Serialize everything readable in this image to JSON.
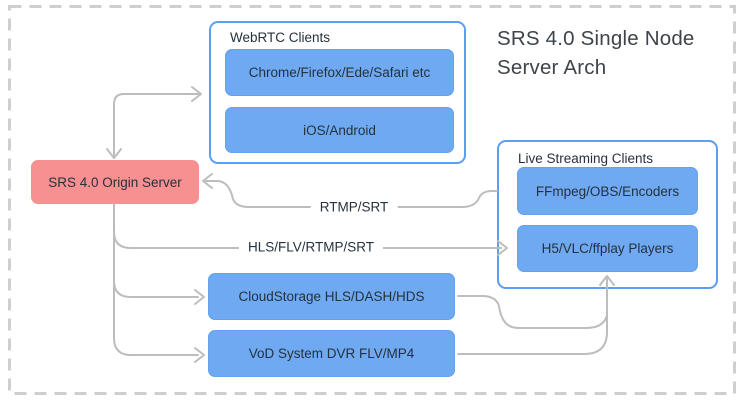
{
  "title": "SRS 4.0 Single Node Server Arch",
  "groups": {
    "webrtc": {
      "label": "WebRTC Clients",
      "items": [
        "Chrome/Firefox/Ede/Safari etc",
        "iOS/Android"
      ]
    },
    "live": {
      "label": "Live Streaming Clients",
      "items": [
        "FFmpeg/OBS/Encoders",
        "H5/VLC/ffplay Players"
      ]
    }
  },
  "nodes": {
    "origin": {
      "label": "SRS 4.0 Origin Server"
    },
    "cloud_storage": {
      "label": "CloudStorage HLS/DASH/HDS"
    },
    "vod": {
      "label": "VoD System DVR FLV/MP4"
    }
  },
  "edge_labels": {
    "rtmp": "RTMP/SRT",
    "hls": "HLS/FLV/RTMP/SRT"
  },
  "colors": {
    "blue_fill": "#6FA9F1",
    "blue_border": "#5B9FF2",
    "blue_edge": "#62A2EF",
    "pink_fill": "#F79090",
    "line": "#BDBDBD",
    "dash": "#CFCFCF",
    "text": "#25313D",
    "title": "#3E4449"
  }
}
